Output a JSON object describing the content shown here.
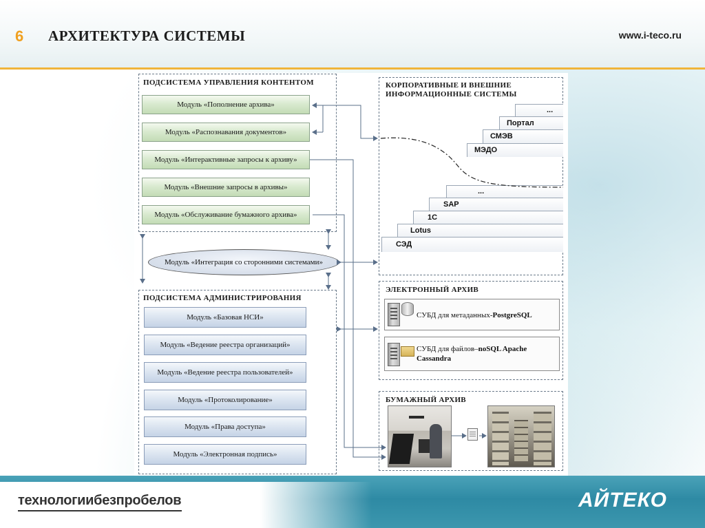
{
  "header": {
    "slide_number": "6",
    "title": "АРХИТЕКТУРА СИСТЕМЫ",
    "url": "www.i-teco.ru"
  },
  "footer": {
    "slogan": "технологиибезпробелов",
    "brand": "АЙТЕКО"
  },
  "content_subsystem": {
    "title": "ПОДСИСТЕМА УПРАВЛЕНИЯ КОНТЕНТОМ",
    "modules": [
      "Модуль «Пополнение архива»",
      "Модуль «Распознавания документов»",
      "Модуль «Интерактивные запросы к архиву»",
      "Модуль «Внешние запросы в архивы»",
      "Модуль «Обслуживание бумажного архива»"
    ]
  },
  "integration": {
    "label": "Модуль «Интеграция со сторонними системами»"
  },
  "admin_subsystem": {
    "title": "ПОДСИСТЕМА АДМИНИСТРИРОВАНИЯ",
    "modules": [
      "Модуль «Базовая НСИ»",
      "Модуль «Ведение реестра организаций»",
      "Модуль «Ведение реестра пользователей»",
      "Модуль «Протоколирование»",
      "Модуль «Права доступа»",
      "Модуль «Электронная подпись»"
    ]
  },
  "external_systems": {
    "title_line1": "КОРПОРАТИВНЫЕ И ВНЕШНИЕ",
    "title_line2": "ИНФОРМАЦИОННЫЕ СИСТЕМЫ",
    "upper_steps": [
      "МЭДО",
      "СМЭВ",
      "Портал",
      "..."
    ],
    "lower_steps": [
      "СЭД",
      "Lotus",
      "1С",
      "SAP",
      "..."
    ]
  },
  "electronic_archive": {
    "title": "ЭЛЕКТРОННЫЙ АРХИВ",
    "db1_prefix": "СУБД для метаданных-",
    "db1_name": "PostgreSQL",
    "db2_prefix": "СУБД для файлов–",
    "db2_name_line1": "noSQL Apache",
    "db2_name_line2": "Cassandra"
  },
  "paper_archive": {
    "title": "БУМАЖНЫЙ АРХИВ"
  }
}
